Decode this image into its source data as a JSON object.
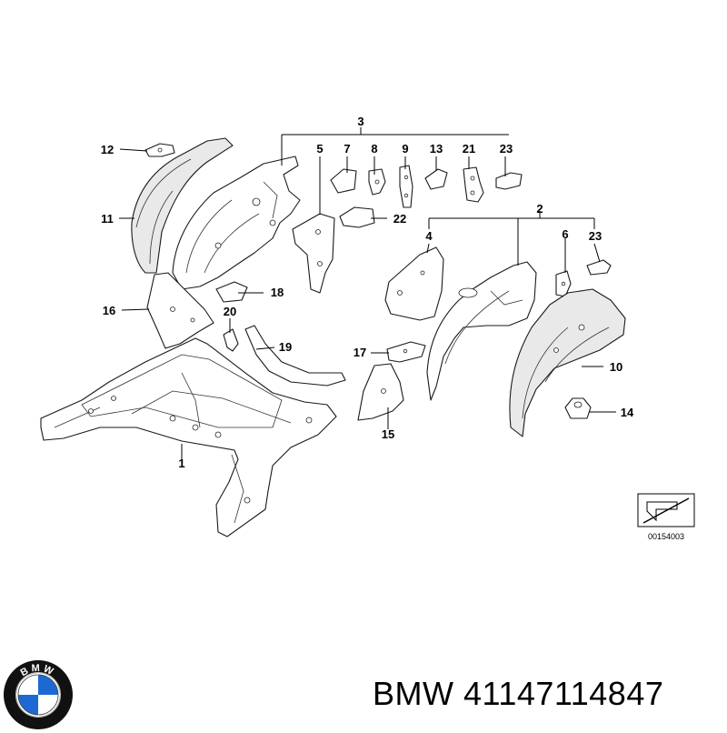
{
  "diagram": {
    "callouts": [
      {
        "id": "c1",
        "text": "1"
      },
      {
        "id": "c2",
        "text": "2"
      },
      {
        "id": "c3",
        "text": "3"
      },
      {
        "id": "c4",
        "text": "4"
      },
      {
        "id": "c5",
        "text": "5"
      },
      {
        "id": "c6",
        "text": "6"
      },
      {
        "id": "c7",
        "text": "7"
      },
      {
        "id": "c8",
        "text": "8"
      },
      {
        "id": "c9",
        "text": "9"
      },
      {
        "id": "c10",
        "text": "10"
      },
      {
        "id": "c11",
        "text": "11"
      },
      {
        "id": "c12",
        "text": "12"
      },
      {
        "id": "c13",
        "text": "13"
      },
      {
        "id": "c14",
        "text": "14"
      },
      {
        "id": "c15",
        "text": "15"
      },
      {
        "id": "c16",
        "text": "16"
      },
      {
        "id": "c17",
        "text": "17"
      },
      {
        "id": "c18",
        "text": "18"
      },
      {
        "id": "c19",
        "text": "19"
      },
      {
        "id": "c20",
        "text": "20"
      },
      {
        "id": "c21",
        "text": "21"
      },
      {
        "id": "c22",
        "text": "22"
      },
      {
        "id": "c23a",
        "text": "23"
      },
      {
        "id": "c23b",
        "text": "23"
      }
    ],
    "reference_code": "00154003"
  },
  "brand": {
    "logo_letters": "BMW",
    "logo_colors": {
      "blue": "#1c69d4",
      "white": "#ffffff",
      "ring": "#111111"
    }
  },
  "caption": {
    "text": "BMW 41147114847"
  }
}
